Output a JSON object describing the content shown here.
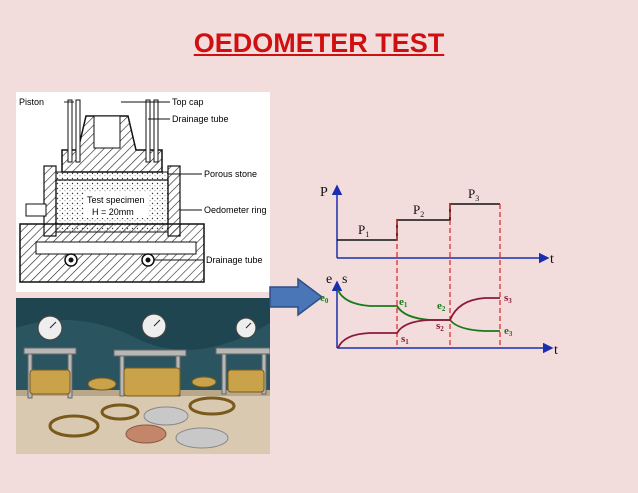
{
  "title": "OEDOMETER TEST",
  "schematic": {
    "piston": "Piston",
    "top_cap": "Top cap",
    "drainage_tube_top": "Drainage tube",
    "porous_stone": "Porous stone",
    "test_specimen": "Test specimen",
    "height": "H = 20mm",
    "oedometer_ring": "Oedometer ring",
    "drainage_tube_bottom": "Drainage tube"
  },
  "graph": {
    "p_axis": "P",
    "t_axis_top": "t",
    "e_axis": "e",
    "s_axis": "s",
    "t_axis_bottom": "t",
    "p_labels": [
      {
        "base": "P",
        "sub": "1"
      },
      {
        "base": "P",
        "sub": "2"
      },
      {
        "base": "P",
        "sub": "3"
      }
    ],
    "e_labels": [
      {
        "base": "e",
        "sub": "0"
      },
      {
        "base": "e",
        "sub": "1"
      },
      {
        "base": "e",
        "sub": "2"
      },
      {
        "base": "e",
        "sub": "3"
      }
    ],
    "s_labels": [
      {
        "base": "s",
        "sub": "1"
      },
      {
        "base": "s",
        "sub": "2"
      },
      {
        "base": "s",
        "sub": "3"
      }
    ],
    "colors": {
      "axis": "#1a2fb0",
      "load": "#111111",
      "e_curve": "#1a7a1a",
      "s_curve": "#8b1a3a",
      "dashed": "#e03030"
    }
  }
}
